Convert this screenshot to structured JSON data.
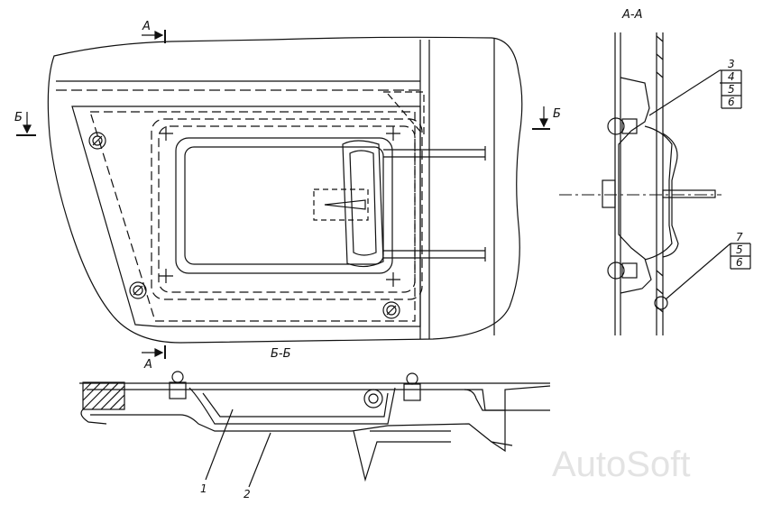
{
  "section_labels": {
    "aa_title": "А-А",
    "bb_title": "Б-Б",
    "a_top": "А",
    "a_bottom": "А",
    "b_left": "Б",
    "b_right": "Б"
  },
  "callouts": {
    "group_upper": [
      "3",
      "4",
      "5",
      "6"
    ],
    "group_lower": [
      "7",
      "5",
      "6"
    ],
    "part_1": "1",
    "part_2": "2"
  },
  "watermark": "AutoSoft"
}
